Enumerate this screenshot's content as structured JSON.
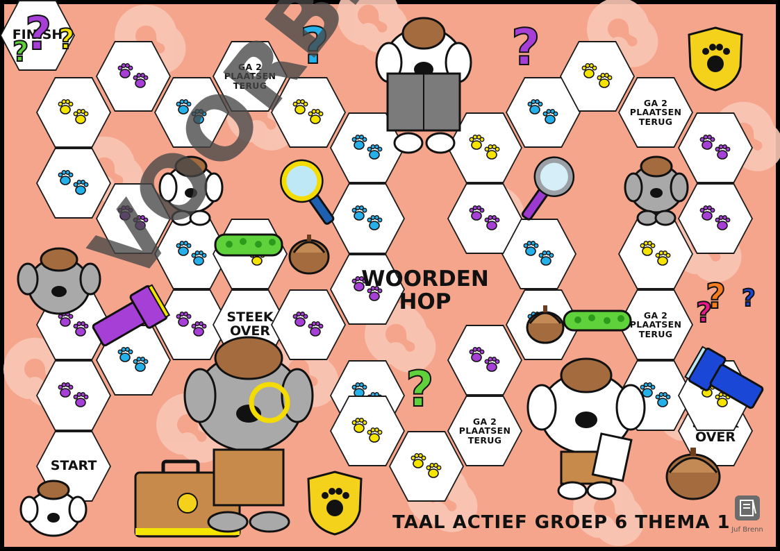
{
  "board": {
    "title": "TAAL ACTIEF GROEP 6 THEMA 1",
    "game_name_line1": "WOORDEN",
    "game_name_line2": "HOP",
    "watermark": "VOORBEELD",
    "brand": "Juf Brenn",
    "colors": {
      "background": "#f5a58c",
      "swirl": "#f9c6b5",
      "paw_yellow": "#f4e400",
      "paw_cyan": "#25b0ea",
      "paw_purple": "#a63fd6",
      "hex_border": "#1a1a1a"
    }
  },
  "spaces": [
    {
      "label": "START"
    },
    {
      "icon": "paws",
      "color": "purple"
    },
    {
      "icon": "paws",
      "color": "cyan"
    },
    {
      "icon": "paws",
      "color": "purple"
    },
    {
      "icon": "paws",
      "color": "cyan"
    },
    {
      "icon": "paws",
      "color": "yellow"
    },
    {
      "icon": "paws",
      "color": "purple"
    },
    {
      "icon": "paws",
      "color": "cyan"
    },
    {
      "label": "GA 2\nPLAATSEN\nTERUG"
    },
    {
      "icon": "paws",
      "color": "yellow"
    },
    {
      "icon": "paws",
      "color": "purple"
    },
    {
      "icon": "paws",
      "color": "cyan"
    },
    {
      "icon": "paws",
      "color": "yellow"
    },
    {
      "icon": "paws",
      "color": "purple"
    },
    {
      "label": "STEEK\nOVER"
    },
    {
      "icon": "paws",
      "color": "purple"
    },
    {
      "icon": "paws",
      "color": "cyan"
    },
    {
      "icon": "paws",
      "color": "yellow"
    },
    {
      "icon": "paws",
      "color": "purple"
    },
    {
      "icon": "paws",
      "color": "cyan"
    },
    {
      "icon": "paws",
      "color": "cyan"
    },
    {
      "icon": "paws",
      "color": "yellow"
    },
    {
      "label": "GA 2\nPLAATSEN\nTERUG"
    },
    {
      "icon": "paws",
      "color": "purple"
    },
    {
      "icon": "paws",
      "color": "cyan"
    },
    {
      "icon": "paws",
      "color": "purple"
    },
    {
      "icon": "paws",
      "color": "yellow"
    },
    {
      "icon": "paws",
      "color": "cyan"
    },
    {
      "icon": "paws",
      "color": "yellow"
    },
    {
      "label": "GA 2\nPLAATSEN\nTERUG"
    },
    {
      "icon": "paws",
      "color": "purple"
    },
    {
      "icon": "paws",
      "color": "yellow"
    },
    {
      "icon": "paws",
      "color": "purple"
    },
    {
      "label": "GA 2\nPLAATSEN\nTERUG"
    },
    {
      "icon": "paws",
      "color": "cyan"
    },
    {
      "icon": "paws",
      "color": "cyan"
    },
    {
      "label": "STEEK\nOVER"
    },
    {
      "icon": "paws",
      "color": "yellow"
    },
    {
      "label": "FINISH"
    }
  ]
}
